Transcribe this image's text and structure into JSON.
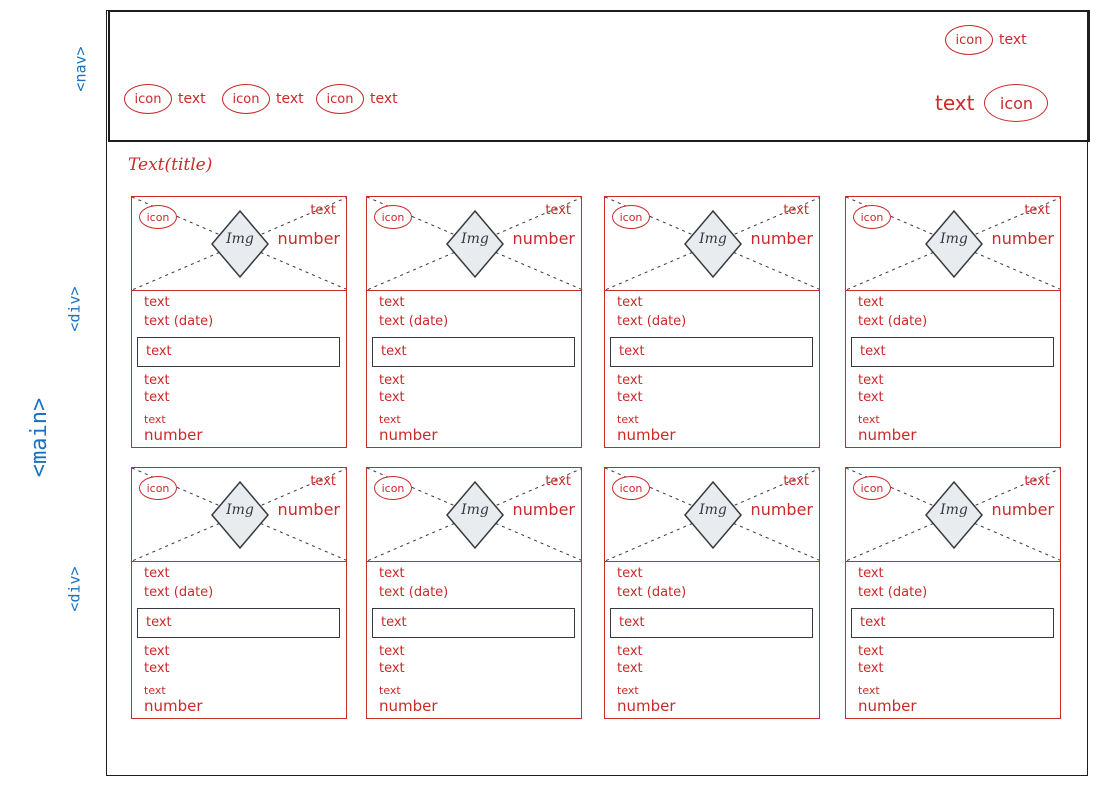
{
  "annotations": {
    "nav": "<nav>",
    "main": "<main>",
    "div1": "<div>",
    "div2": "<div>"
  },
  "nav": {
    "left_items": [
      {
        "icon": "icon",
        "label": "text"
      },
      {
        "icon": "icon",
        "label": "text"
      },
      {
        "icon": "icon",
        "label": "text"
      }
    ],
    "top_right": {
      "icon": "icon",
      "label": "text"
    },
    "bottom_right": {
      "label": "text",
      "icon": "icon"
    }
  },
  "title": "Text(title)",
  "cards": [
    {
      "icon": "icon",
      "top_text": "text",
      "top_number": "number",
      "img": "Img",
      "line1": "text",
      "line2": "text (date)",
      "box": "text",
      "line3": "text",
      "line4": "text",
      "small": "text",
      "number": "number"
    },
    {
      "icon": "icon",
      "top_text": "text",
      "top_number": "number",
      "img": "Img",
      "line1": "text",
      "line2": "text (date)",
      "box": "text",
      "line3": "text",
      "line4": "text",
      "small": "text",
      "number": "number"
    },
    {
      "icon": "icon",
      "top_text": "text",
      "top_number": "number",
      "img": "Img",
      "line1": "text",
      "line2": "text (date)",
      "box": "text",
      "line3": "text",
      "line4": "text",
      "small": "text",
      "number": "number"
    },
    {
      "icon": "icon",
      "top_text": "text",
      "top_number": "number",
      "img": "Img",
      "line1": "text",
      "line2": "text (date)",
      "box": "text",
      "line3": "text",
      "line4": "text",
      "small": "text",
      "number": "number"
    },
    {
      "icon": "icon",
      "top_text": "text",
      "top_number": "number",
      "img": "Img",
      "line1": "text",
      "line2": "text (date)",
      "box": "text",
      "line3": "text",
      "line4": "text",
      "small": "text",
      "number": "number"
    },
    {
      "icon": "icon",
      "top_text": "text",
      "top_number": "number",
      "img": "Img",
      "line1": "text",
      "line2": "text (date)",
      "box": "text",
      "line3": "text",
      "line4": "text",
      "small": "text",
      "number": "number"
    },
    {
      "icon": "icon",
      "top_text": "text",
      "top_number": "number",
      "img": "Img",
      "line1": "text",
      "line2": "text (date)",
      "box": "text",
      "line3": "text",
      "line4": "text",
      "small": "text",
      "number": "number"
    },
    {
      "icon": "icon",
      "top_text": "text",
      "top_number": "number",
      "img": "Img",
      "line1": "text",
      "line2": "text (date)",
      "box": "text",
      "line3": "text",
      "line4": "text",
      "small": "text",
      "number": "number"
    }
  ],
  "colors": {
    "sketch_red": "#c92a2a",
    "annotation_blue": "#1971c2",
    "outline": "#1e1e1e"
  }
}
